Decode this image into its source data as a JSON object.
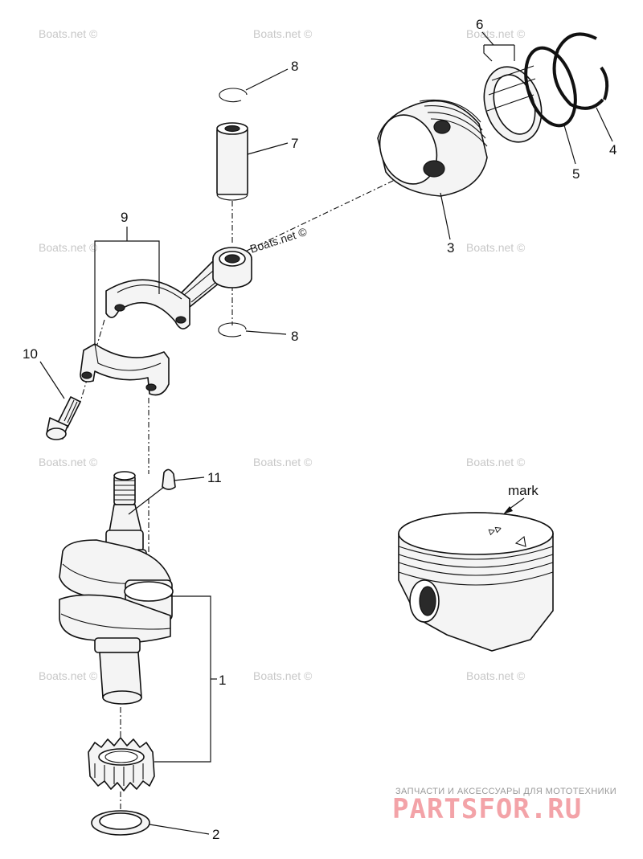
{
  "callouts": {
    "c1": "1",
    "c2": "2",
    "c3": "3",
    "c4": "4",
    "c5": "5",
    "c6": "6",
    "c7": "7",
    "c8a": "8",
    "c8b": "8",
    "c9": "9",
    "c10": "10",
    "c11": "11"
  },
  "mark_label": "mark",
  "watermark": "Boats.net ©",
  "banner": {
    "tagline": "ЗАПЧАСТИ И АКСЕССУАРЫ ДЛЯ МОТОТЕХНИКИ",
    "logo": "PARTSFOR.RU"
  },
  "colors": {
    "line": "#111111",
    "watermark": "#c8c8c8",
    "logo": "#f3a3a8"
  }
}
